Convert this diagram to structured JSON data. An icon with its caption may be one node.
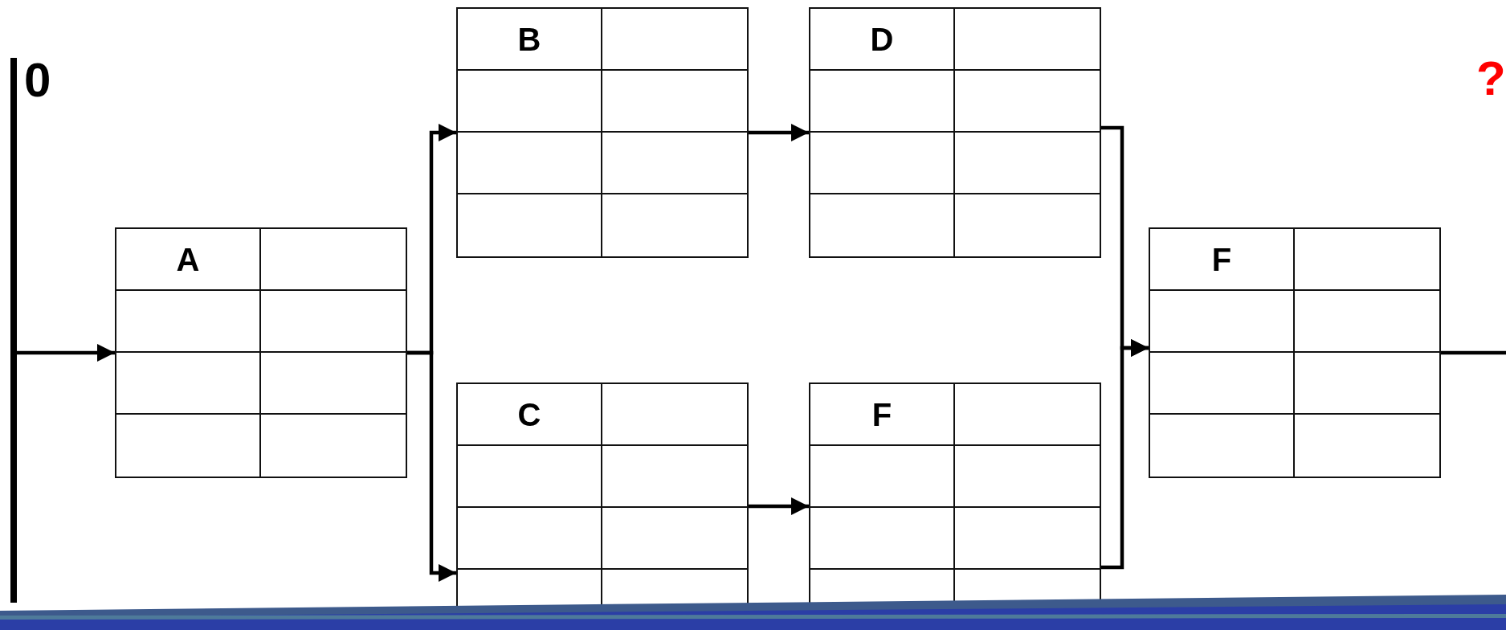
{
  "diagram": {
    "nodes": [
      {
        "text": [],
        "shape": "bar",
        "beside": [
          "0"
        ]
      },
      {
        "text": [
          "A"
        ]
      },
      {
        "text": [
          "B"
        ]
      },
      {
        "text": [
          "C"
        ]
      },
      {
        "text": [
          "D"
        ]
      },
      {
        "text": [
          "F"
        ]
      },
      {
        "text": [
          "F"
        ]
      }
    ],
    "edges": [
      {
        "from": 0,
        "to": 1,
        "arrow": "to"
      },
      {
        "from": 1,
        "to": 2,
        "arrow": "to"
      },
      {
        "from": 1,
        "to": 3,
        "arrow": "to"
      },
      {
        "from": 2,
        "to": 4,
        "arrow": "to"
      },
      {
        "from": 3,
        "to": 5,
        "arrow": "to"
      },
      {
        "from": 4,
        "to": 6,
        "arrow": "to"
      },
      {
        "from": 5,
        "to": 6,
        "arrow": "to"
      },
      {
        "from": 6,
        "to": null,
        "arrow": "none"
      }
    ],
    "labels": [
      "?"
    ]
  }
}
